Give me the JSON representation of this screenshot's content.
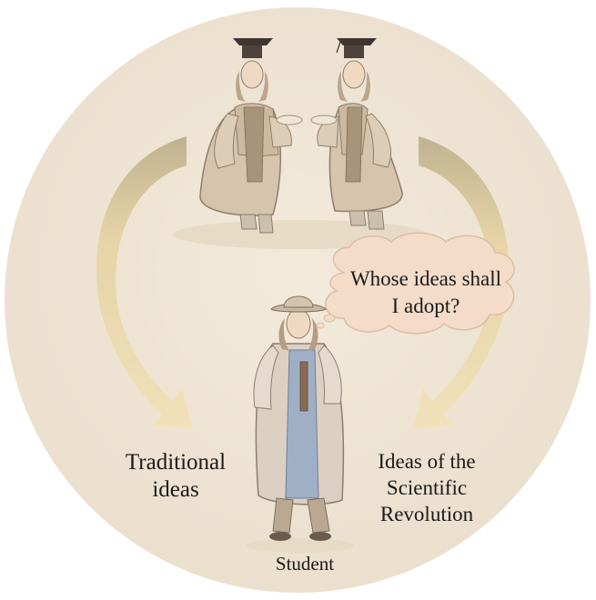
{
  "diagram": {
    "thought_bubble": [
      "Whose ideas shall",
      "I adopt?"
    ],
    "labels": {
      "traditional": [
        "Traditional",
        "ideas"
      ],
      "scientific": [
        "Ideas of the",
        "Scientific",
        "Revolution"
      ],
      "student": "Student"
    },
    "figures": [
      "scholar-left",
      "scholar-right",
      "student"
    ],
    "colors": {
      "circle": "#efe4d5",
      "arrow": "#e8d5a8",
      "arrow_shadow": "#cbbd97",
      "robe": "#d8c8b4",
      "robe_dark": "#8f7e6b",
      "student_robe": "#dcd0c3",
      "student_inner": "#9fb0c6",
      "bubble": "#f4dcc8",
      "bubble_stroke": "#d9bfa4"
    }
  }
}
